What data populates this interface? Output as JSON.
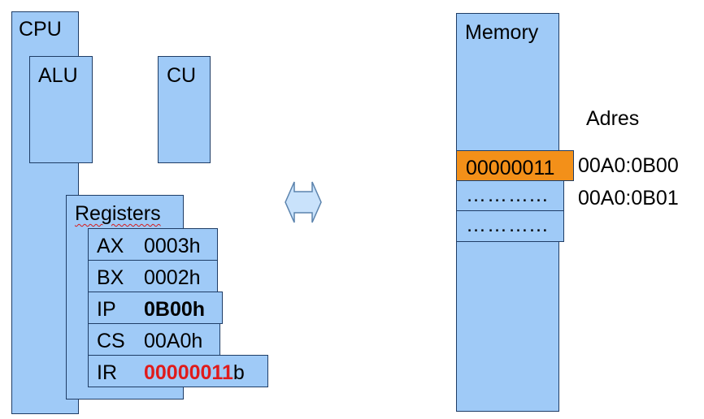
{
  "cpu": {
    "label": "CPU",
    "alu_label": "ALU",
    "cu_label": "CU",
    "registers_label": "Registers",
    "registers": [
      {
        "name": "AX",
        "value": "0003h"
      },
      {
        "name": "BX",
        "value": "0002h"
      },
      {
        "name": "IP",
        "value": "0B00h"
      },
      {
        "name": "CS",
        "value": "00A0h"
      },
      {
        "name": "IR",
        "value_main": "00000011",
        "value_suffix": "b"
      }
    ]
  },
  "memory": {
    "label": "Memory",
    "address_header": "Adres",
    "cells": [
      {
        "value": "00000011",
        "address": "00A0:0B00",
        "highlight_color": "#f39019"
      },
      {
        "value": "………...",
        "address": "00A0:0B01"
      },
      {
        "value": "………...",
        "address": ""
      }
    ]
  },
  "colors": {
    "box_fill": "#9fcaf7",
    "highlight": "#f39019",
    "ir_value": "#e01b1b"
  }
}
